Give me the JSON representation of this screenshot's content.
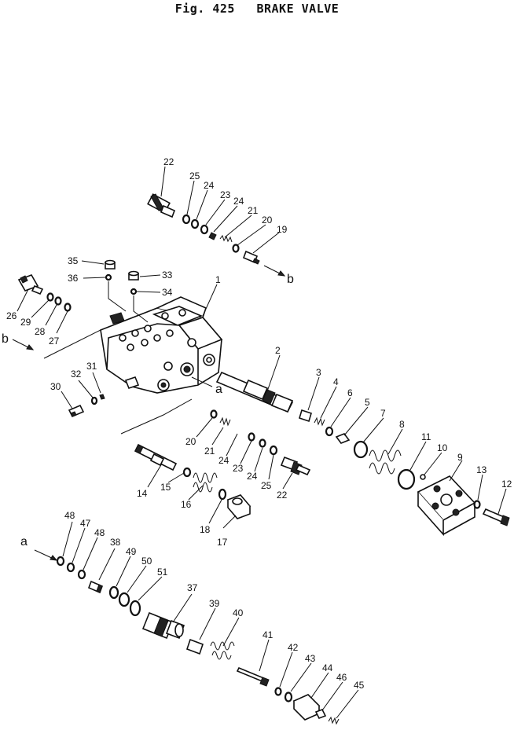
{
  "figure": {
    "number": "Fig. 425",
    "title": "BRAKE VALVE"
  },
  "callouts": {
    "c1": "1",
    "c2": "2",
    "c3": "3",
    "c4": "4",
    "c5": "5",
    "c6": "6",
    "c7": "7",
    "c8": "8",
    "c9": "9",
    "c10": "10",
    "c11": "11",
    "c12": "12",
    "c13": "13",
    "c14": "14",
    "c15": "15",
    "c16": "16",
    "c17": "17",
    "c18": "18",
    "c19": "19",
    "c20a": "20",
    "c20b": "20",
    "c21a": "21",
    "c21b": "21",
    "c22a": "22",
    "c22b": "22",
    "c23a": "23",
    "c23b": "23",
    "c24a": "24",
    "c24b": "24",
    "c24c": "24",
    "c24d": "24",
    "c25a": "25",
    "c25b": "25",
    "c26": "26",
    "c27": "27",
    "c28": "28",
    "c29": "29",
    "c30": "30",
    "c31": "31",
    "c32": "32",
    "c33": "33",
    "c34": "34",
    "c35": "35",
    "c36": "36",
    "c37": "37",
    "c38": "38",
    "c39": "39",
    "c40": "40",
    "c41": "41",
    "c42": "42",
    "c43": "43",
    "c44": "44",
    "c45": "45",
    "c46": "46",
    "c47": "47",
    "c48a": "48",
    "c48b": "48",
    "c49": "49",
    "c50": "50",
    "c51": "51"
  },
  "refs": {
    "a1": "a",
    "a2": "a",
    "b1": "b",
    "b2": "b"
  }
}
